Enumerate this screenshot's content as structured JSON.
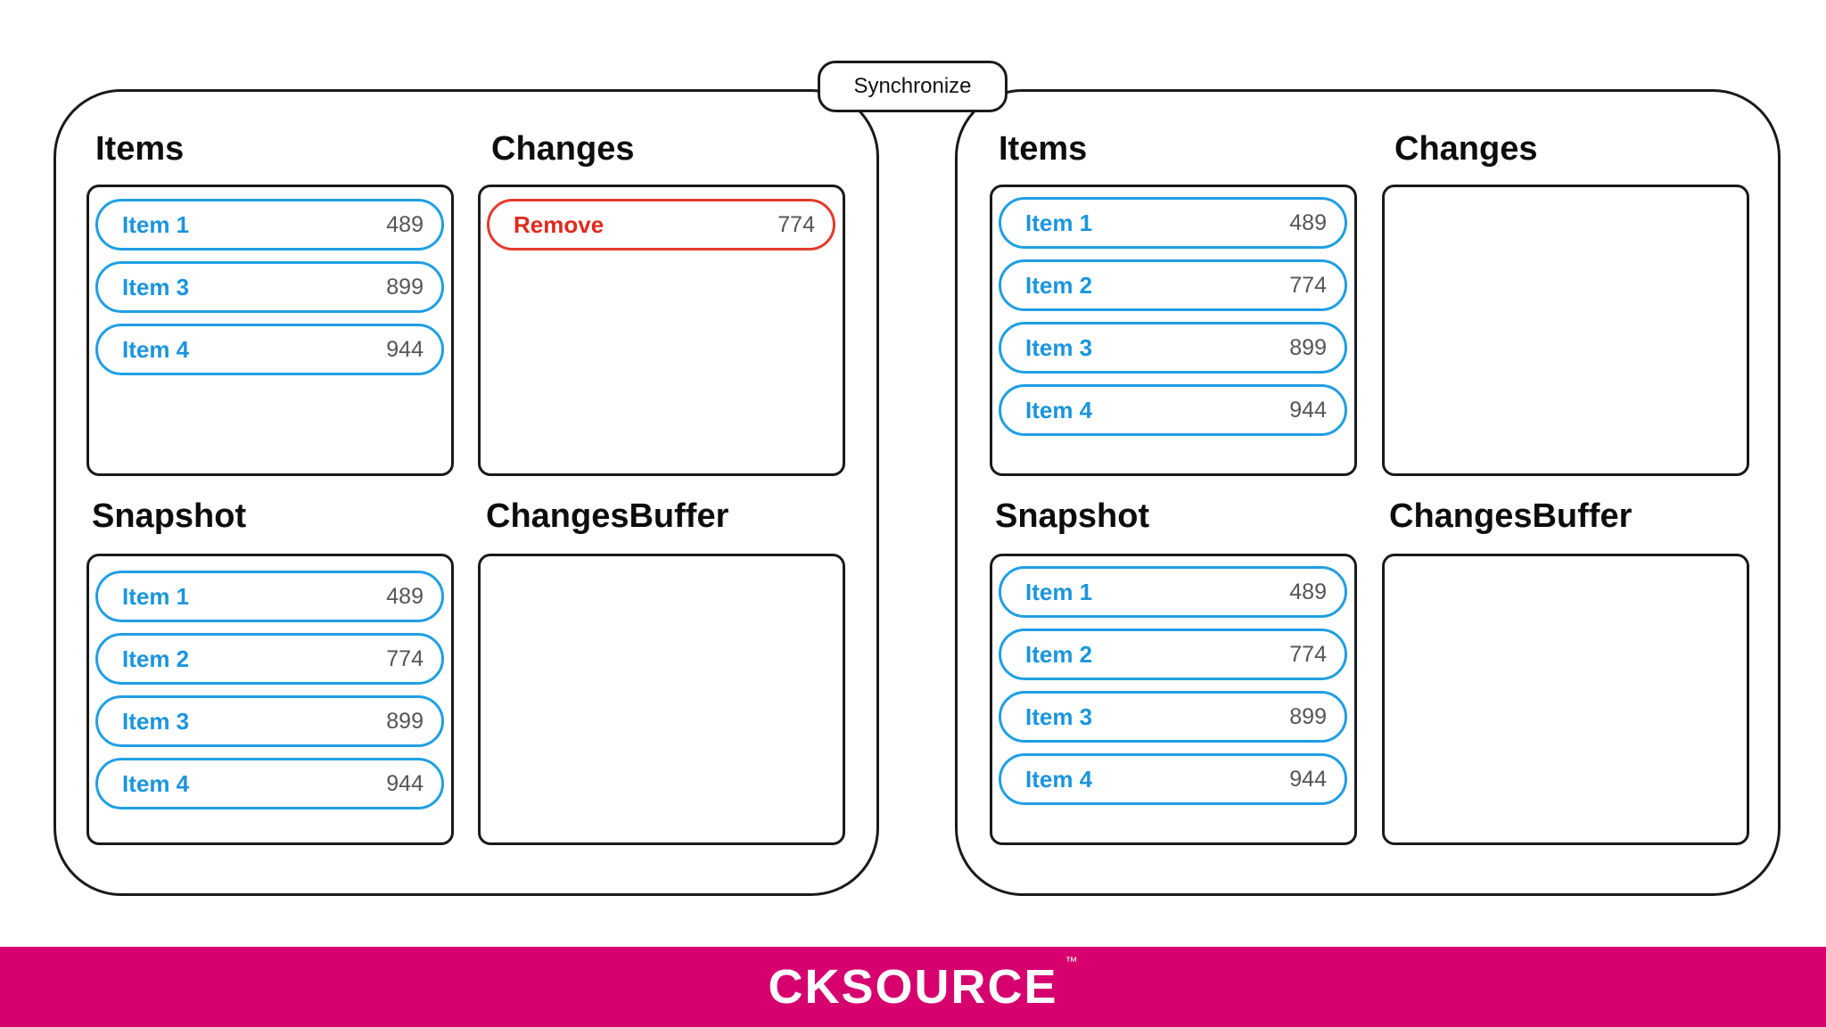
{
  "sync_button": "Synchronize",
  "left": {
    "items": {
      "title": "Items",
      "entries": [
        [
          "Item 1",
          "489"
        ],
        [
          "Item 3",
          "899"
        ],
        [
          "Item 4",
          "944"
        ]
      ]
    },
    "changes": {
      "title": "Changes",
      "entries": [
        [
          "Remove",
          "774"
        ]
      ]
    },
    "snapshot": {
      "title": "Snapshot",
      "entries": [
        [
          "Item 1",
          "489"
        ],
        [
          "Item 2",
          "774"
        ],
        [
          "Item 3",
          "899"
        ],
        [
          "Item 4",
          "944"
        ]
      ]
    },
    "buffer": {
      "title": "ChangesBuffer",
      "entries": []
    }
  },
  "right": {
    "items": {
      "title": "Items",
      "entries": [
        [
          "Item 1",
          "489"
        ],
        [
          "Item 2",
          "774"
        ],
        [
          "Item 3",
          "899"
        ],
        [
          "Item 4",
          "944"
        ]
      ]
    },
    "changes": {
      "title": "Changes",
      "entries": []
    },
    "snapshot": {
      "title": "Snapshot",
      "entries": [
        [
          "Item 1",
          "489"
        ],
        [
          "Item 2",
          "774"
        ],
        [
          "Item 3",
          "899"
        ],
        [
          "Item 4",
          "944"
        ]
      ]
    },
    "buffer": {
      "title": "ChangesBuffer",
      "entries": []
    }
  },
  "footer": {
    "logo": "CKSOURCE",
    "trademark": "™"
  },
  "colors": {
    "item_accent": "#1f9fe3",
    "remove_accent": "#e23b2e",
    "footer_bg": "#d6006e"
  }
}
